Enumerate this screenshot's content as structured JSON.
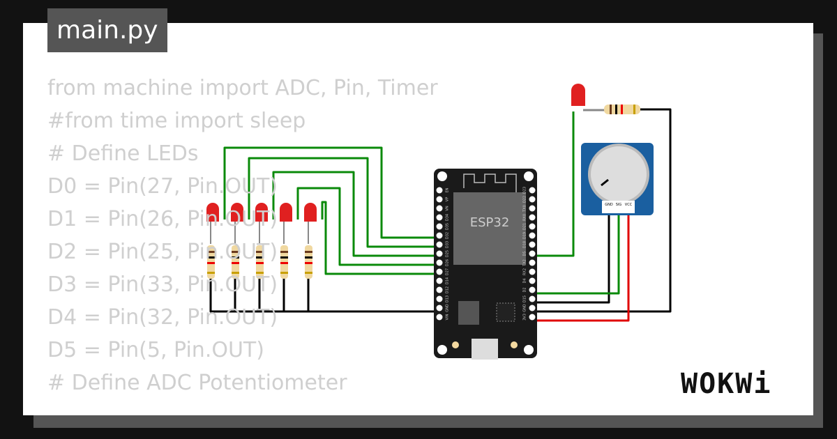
{
  "tab": {
    "title": "main.py"
  },
  "code": {
    "lines": [
      "from machine import ADC, Pin, Timer",
      "#from time import sleep",
      "# Define LEDs",
      "D0 = Pin(27, Pin.OUT)",
      "D1 = Pin(26, Pin.OUT)",
      "D2 = Pin(25, Pin.OUT)",
      "D3 = Pin(33, Pin.OUT)",
      "D4 = Pin(32, Pin.OUT)",
      "D5 = Pin(5, Pin.OUT)",
      "# Define ADC Potentiometer"
    ]
  },
  "board": {
    "label": "ESP32",
    "left_pins": [
      "EN",
      "VP",
      "VN",
      "D34",
      "D35",
      "D32",
      "D33",
      "D25",
      "D26",
      "D27",
      "D14",
      "D12",
      "D13",
      "GND",
      "VIN"
    ],
    "right_pins": [
      "D23",
      "D22",
      "TX0",
      "RX0",
      "D21",
      "D19",
      "D18",
      "D5",
      "TX2",
      "RX2",
      "D4",
      "D2",
      "D15",
      "GND",
      "3V3"
    ]
  },
  "potentiometer": {
    "pins": [
      "GND",
      "SIG",
      "VCC"
    ]
  },
  "logo": {
    "text": "WOKWi"
  },
  "colors": {
    "wire_signal": "#0a8a0a",
    "wire_gnd": "#000000",
    "wire_vcc": "#e00000",
    "led": "#e02020",
    "board": "#1a1a1a",
    "pot_board": "#1a5fa0"
  }
}
